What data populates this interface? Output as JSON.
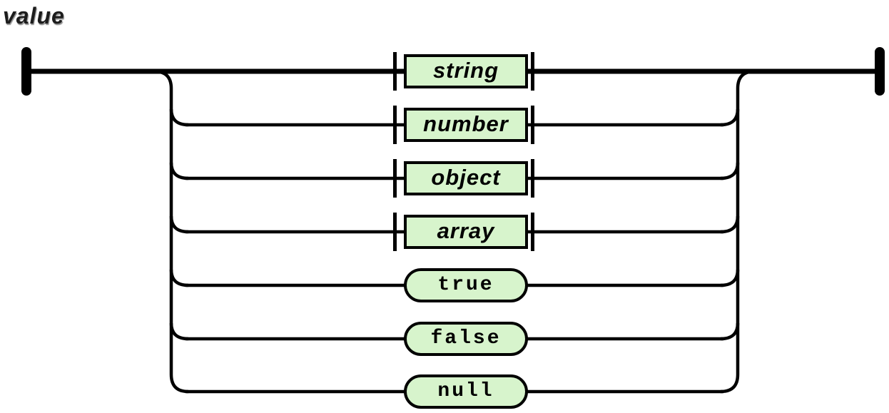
{
  "diagram": {
    "title": "value",
    "type": "railroad-syntax-diagram",
    "rule_name": "value",
    "alternatives": [
      {
        "label": "string",
        "kind": "nonterminal",
        "shape": "rectangle"
      },
      {
        "label": "number",
        "kind": "nonterminal",
        "shape": "rectangle"
      },
      {
        "label": "object",
        "kind": "nonterminal",
        "shape": "rectangle"
      },
      {
        "label": "array",
        "kind": "nonterminal",
        "shape": "rectangle"
      },
      {
        "label": "true",
        "kind": "terminal",
        "shape": "pill"
      },
      {
        "label": "false",
        "kind": "terminal",
        "shape": "pill"
      },
      {
        "label": "null",
        "kind": "terminal",
        "shape": "pill"
      }
    ]
  },
  "theme": {
    "background": "#ffffff",
    "line_color": "#000000",
    "box_fill": "#d7f4cc",
    "text_color": "#000000"
  }
}
